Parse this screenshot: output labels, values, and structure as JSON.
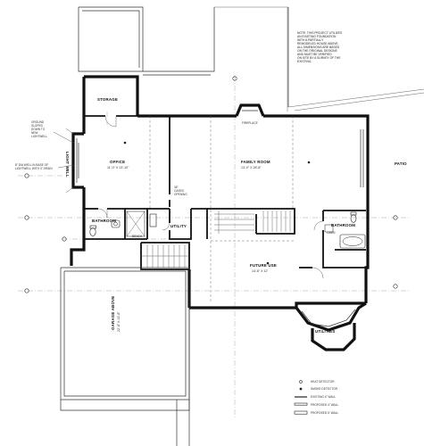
{
  "rooms": {
    "storage": {
      "name": "STORAGE",
      "size": ""
    },
    "office": {
      "name": "OFFICE",
      "size": "11'-0\" X 13'-10\""
    },
    "family_room": {
      "name": "FAMILY ROOM",
      "size": "13'-0\" X 28'-8\""
    },
    "bathroom_left": {
      "name": "BATHROOM",
      "size": ""
    },
    "utility_left": {
      "name": "UTILITY",
      "size": ""
    },
    "bench": {
      "name": "BENCH",
      "size": ""
    },
    "future_use": {
      "name": "FUTURE USE",
      "size": "14'-6\" X 12'"
    },
    "bathroom_right": {
      "name": "BATHROOM",
      "size": ""
    },
    "linen": {
      "name": "LINEN",
      "size": ""
    },
    "utilities_right": {
      "name": "UTILITIES",
      "size": ""
    },
    "garage": {
      "name": "GARAGE ABOVE",
      "size": "22'-8\" X 22'-8\""
    },
    "light_well": {
      "name": "LIGHT WELL",
      "size": ""
    }
  },
  "labels": {
    "fireplace": "FIREPLACE",
    "patio": "PATIO",
    "opening": [
      "36\"",
      "CASED",
      "OPENING"
    ],
    "ground_note": [
      "GROUND",
      "SLOPED",
      "DOWN TO",
      "NEW",
      "LIGHTWELL"
    ],
    "well_note": [
      "8\" DIA WELL IN BASE OF",
      "LIGHTWELL WITH 4\" DRAIN"
    ]
  },
  "site_note": [
    "NOTE: THIS PROJECT UTILIZES",
    "AN EXISTING FOUNDATION",
    "WITH A PARTIALLY",
    "REMODELED HOUSE ABOVE.",
    "ALL DIMENSIONS ARE BASED",
    "ON THE ORIGINAL DESIGNS",
    "AND MUST BE VERIFIED",
    "ON SITE BY A SURVEY OF THE",
    "EXISTING."
  ],
  "legend": [
    {
      "symbol": "heat",
      "label": "HEAT DETECTOR"
    },
    {
      "symbol": "smoke",
      "label": "SMOKE DETECTOR"
    },
    {
      "symbol": "existing",
      "label": "EXISTING 4\" WALL"
    },
    {
      "symbol": "proposed4",
      "label": "PROPOSED 4\" WALL"
    },
    {
      "symbol": "proposed6",
      "label": "PROPOSED 6\" WALL"
    }
  ],
  "colors": {
    "ink": "#111111",
    "paper": "#ffffff",
    "grid": "#888888"
  }
}
